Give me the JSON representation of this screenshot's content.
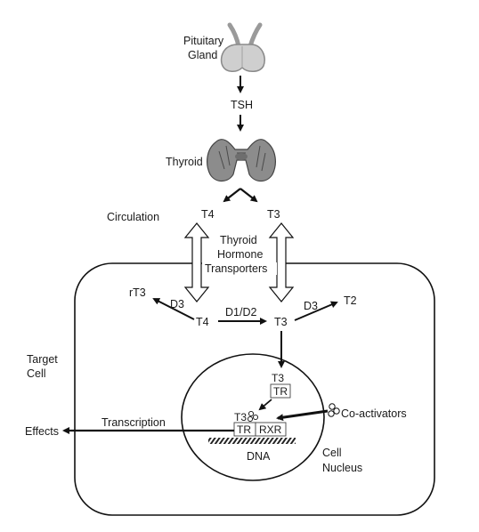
{
  "labels": {
    "pituitary_line1": "Pituitary",
    "pituitary_line2": "Gland",
    "tsh": "TSH",
    "thyroid": "Thyroid",
    "circulation": "Circulation",
    "t4_circ": "T4",
    "t3_circ": "T3",
    "transporters_line1": "Thyroid",
    "transporters_line2": "Hormone",
    "transporters_line3": "Transporters",
    "rt3": "rT3",
    "d3_left": "D3",
    "t4_cell": "T4",
    "d1d2": "D1/D2",
    "t3_cell": "T3",
    "d3_right": "D3",
    "t2": "T2",
    "target_line1": "Target",
    "target_line2": "Cell",
    "t3_nucleus": "T3",
    "tr_top": "TR",
    "coactivators": "Co-activators",
    "t3_bound": "T3",
    "tr_bound": "TR",
    "rxr": "RXR",
    "dna": "DNA",
    "transcription": "Transcription",
    "effects": "Effects",
    "nucleus_line1": "Cell",
    "nucleus_line2": "Nucleus"
  },
  "colors": {
    "line": "#111111",
    "gland": "#c9c9c9",
    "gland_shade": "#9a9a9a",
    "thyroid": "#8a8a8a",
    "thyroid_dark": "#4a4a4a"
  }
}
